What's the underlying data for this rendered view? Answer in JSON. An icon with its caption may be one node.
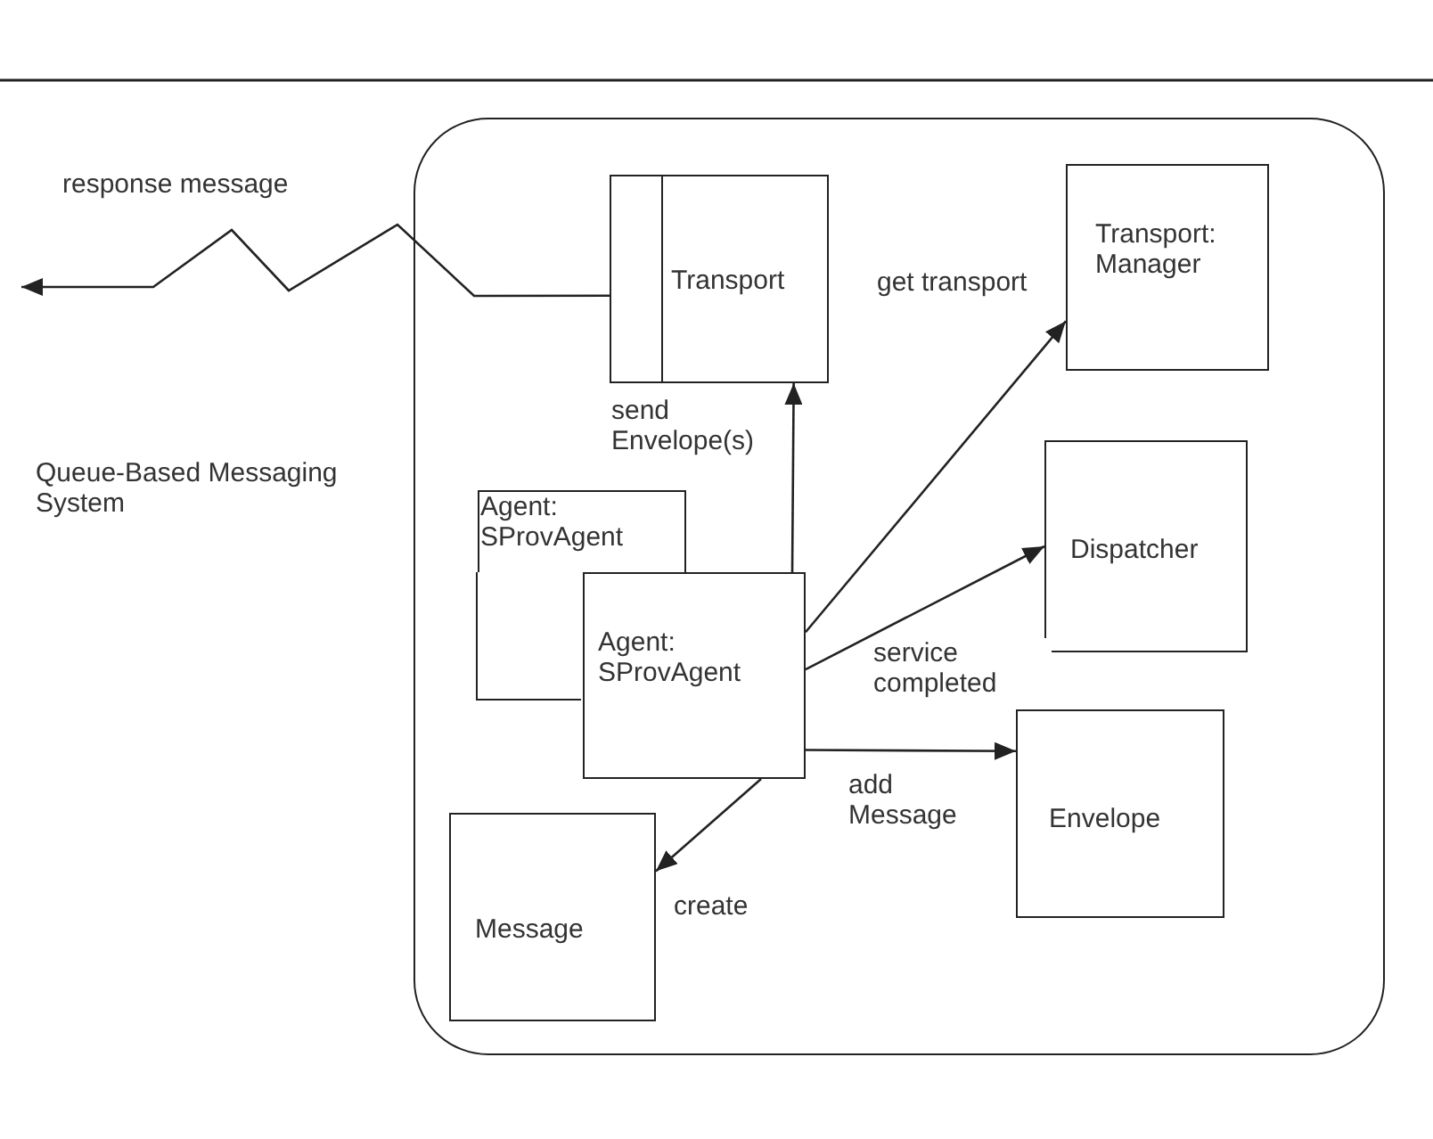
{
  "diagram": {
    "nodes": [
      {
        "text": [],
        "shape": "box"
      },
      {
        "text": [
          "Transport"
        ],
        "in": 0
      },
      {
        "text": [
          "Transport: Manager"
        ],
        "in": 0
      },
      {
        "text": [
          "Agent: SProvAgent"
        ],
        "in": 0
      },
      {
        "text": [
          "Agent: SProvAgent"
        ],
        "in": 0
      },
      {
        "text": [
          "Dispatcher"
        ],
        "in": 0
      },
      {
        "text": [
          "Envelope"
        ],
        "in": 0
      },
      {
        "text": [
          "Message"
        ],
        "in": 0
      }
    ],
    "edges": [
      {
        "from": 1,
        "to": null,
        "arrow": "to",
        "label": "response message"
      },
      {
        "from": 4,
        "to": 1,
        "arrow": "to",
        "label": "send Envelope(s)"
      },
      {
        "from": 4,
        "to": 2,
        "arrow": "to",
        "label": "get transport"
      },
      {
        "from": 4,
        "to": 5,
        "arrow": "to",
        "label": "service completed"
      },
      {
        "from": 4,
        "to": 6,
        "arrow": "to",
        "label": "add Message"
      },
      {
        "from": 4,
        "to": 7,
        "arrow": "to",
        "label": "create"
      }
    ],
    "labels": [
      "Queue-Based Messaging System"
    ]
  }
}
